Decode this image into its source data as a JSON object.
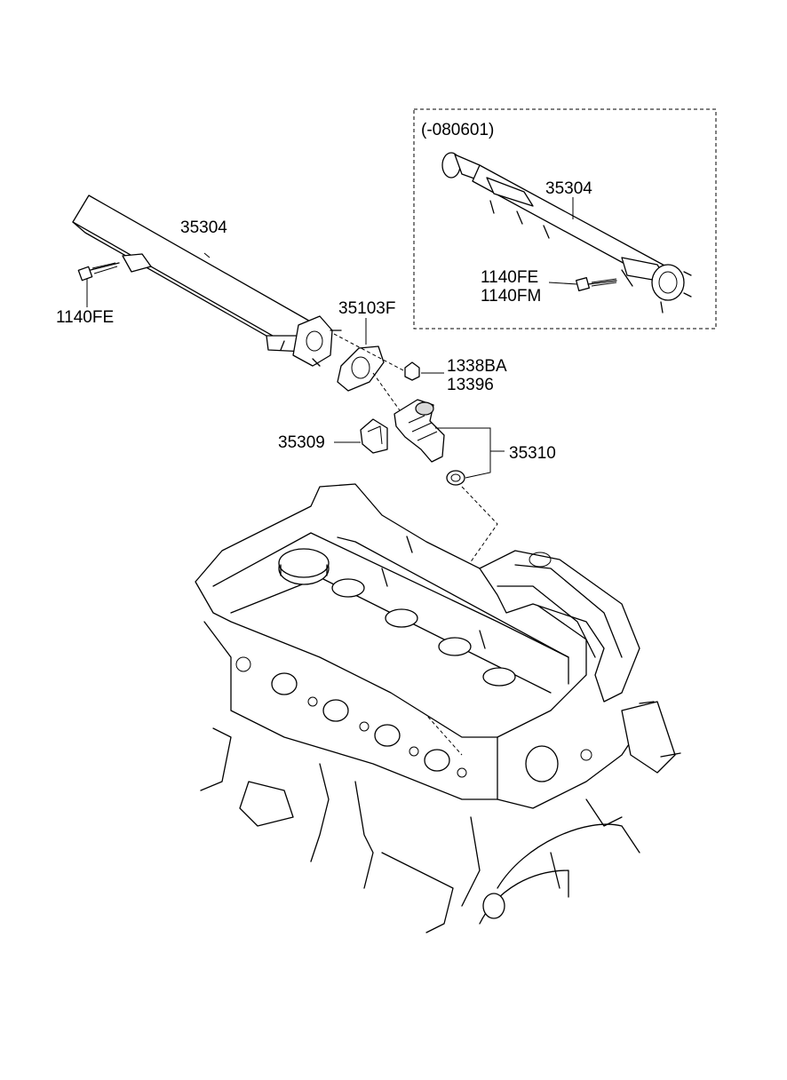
{
  "inset": {
    "variant_code": "(-080601)",
    "rail_part": "35304",
    "bolt_part_a": "1140FE",
    "bolt_part_b": "1140FM"
  },
  "main": {
    "rail_part": "35304",
    "bolt_part": "1140FE",
    "gasket_part": "35103F",
    "nut_part_a": "1338BA",
    "nut_part_b": "13396",
    "clip_part": "35309",
    "injector_part": "35310"
  }
}
